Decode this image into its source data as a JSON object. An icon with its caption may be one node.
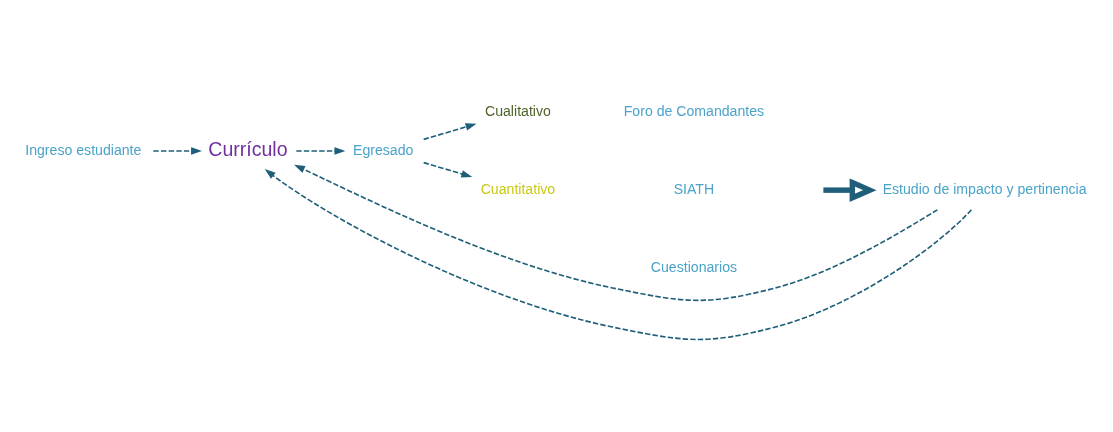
{
  "diagram": {
    "nodes": [
      {
        "text": [
          "Ingreso estudiante"
        ]
      },
      {
        "text": [
          "Currículo"
        ]
      },
      {
        "text": [
          "Egresado"
        ]
      },
      {
        "text": [
          "Cualitativo"
        ]
      },
      {
        "text": [
          "Foro de Comandantes"
        ]
      },
      {
        "text": [
          "Cuantitativo"
        ]
      },
      {
        "text": [
          "SIATH"
        ]
      },
      {
        "text": [
          "Cuestionarios"
        ]
      },
      {
        "text": [
          "Estudio de impacto y pertinencia"
        ]
      }
    ],
    "edges": [
      {
        "from": 0,
        "to": 1,
        "arrow": "to",
        "style": "dashed"
      },
      {
        "from": 1,
        "to": 2,
        "arrow": "to",
        "style": "dashed"
      },
      {
        "from": 2,
        "to": 3,
        "arrow": "to",
        "style": "dashed"
      },
      {
        "from": 2,
        "to": 5,
        "arrow": "to",
        "style": "dashed"
      },
      {
        "from": null,
        "to": 8,
        "arrow": "to",
        "style": "thick"
      },
      {
        "from": 8,
        "to": 1,
        "arrow": "to",
        "style": "dashed"
      },
      {
        "from": 8,
        "to": 1,
        "arrow": "to",
        "style": "dashed"
      }
    ]
  }
}
